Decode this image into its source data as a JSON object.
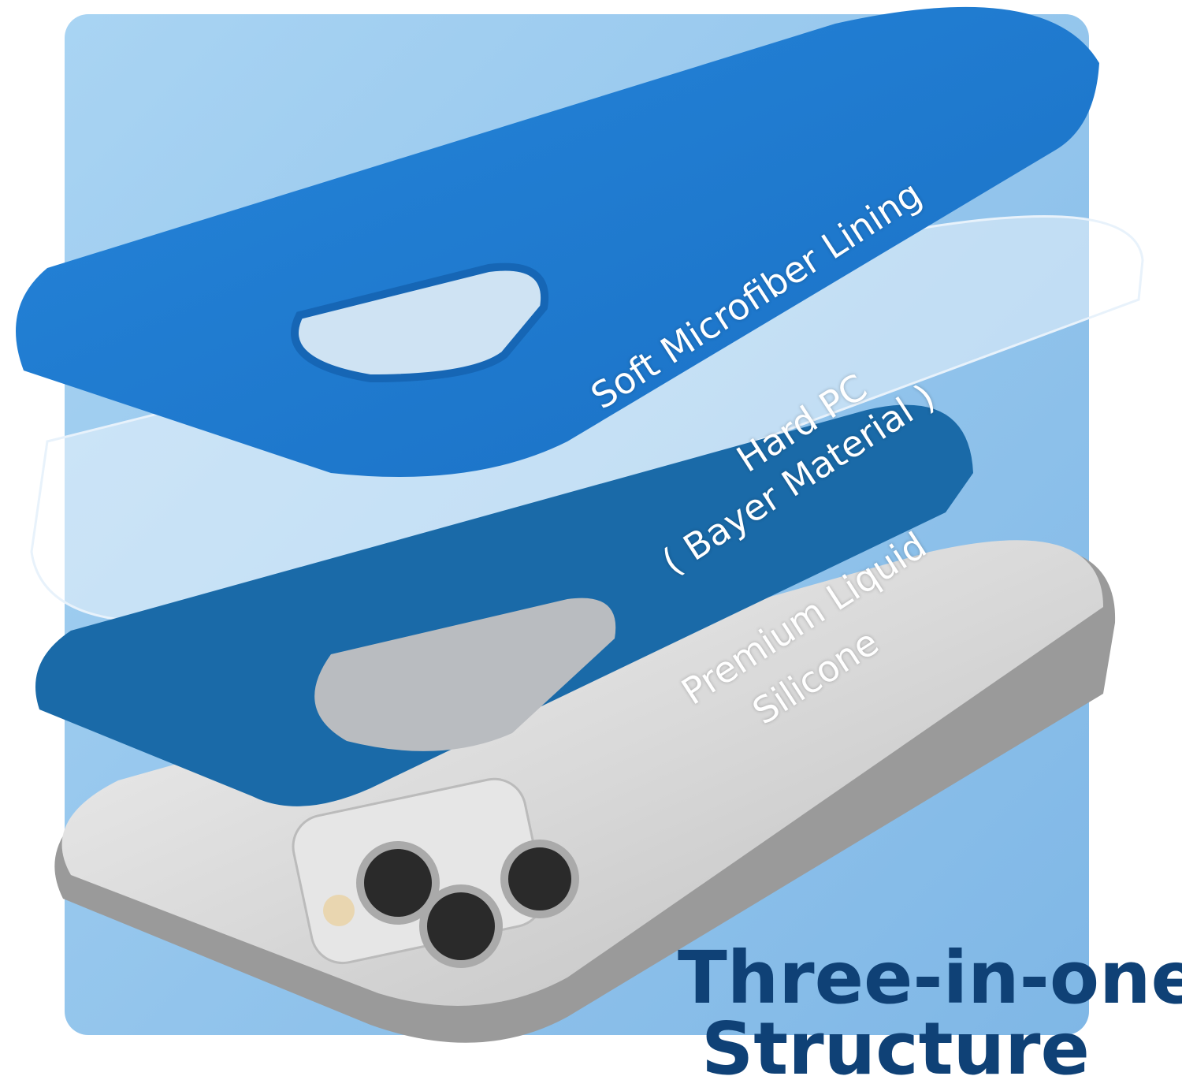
{
  "labels": {
    "microfiber": "Soft Microfiber Lining",
    "hard_pc": "Hard PC",
    "hard_pc_sub": "( Bayer Material )",
    "silicone_1": "Premium Liquid",
    "silicone_2": "Silicone"
  },
  "headline": {
    "line1": "Three-in-one",
    "line2": "Structure"
  },
  "colors": {
    "background_panel": "#9fcdf0",
    "case_blue": "#1f7fd6",
    "microfiber_blue": "#1a6aa8",
    "headline": "#0f4176"
  }
}
